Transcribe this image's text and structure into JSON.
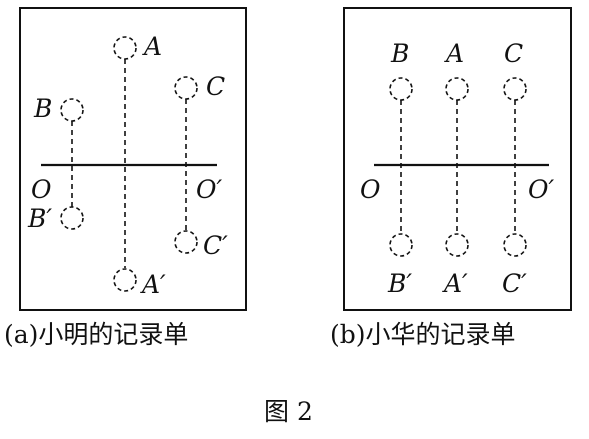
{
  "colors": {
    "ink": "#111111",
    "paper": "#ffffff"
  },
  "panel_a": {
    "caption": "(a)小明的记录单",
    "axis_left_label": "O",
    "axis_right_label": "O′",
    "points": [
      {
        "id": "A",
        "label": "A",
        "mirror_label": "A′"
      },
      {
        "id": "B",
        "label": "B",
        "mirror_label": "B′"
      },
      {
        "id": "C",
        "label": "C",
        "mirror_label": "C′"
      }
    ]
  },
  "panel_b": {
    "caption": "(b)小华的记录单",
    "axis_left_label": "O",
    "axis_right_label": "O′",
    "points": [
      {
        "id": "B",
        "label": "B",
        "mirror_label": "B′"
      },
      {
        "id": "A",
        "label": "A",
        "mirror_label": "A′"
      },
      {
        "id": "C",
        "label": "C",
        "mirror_label": "C′"
      }
    ]
  },
  "figure_title": "图 2"
}
